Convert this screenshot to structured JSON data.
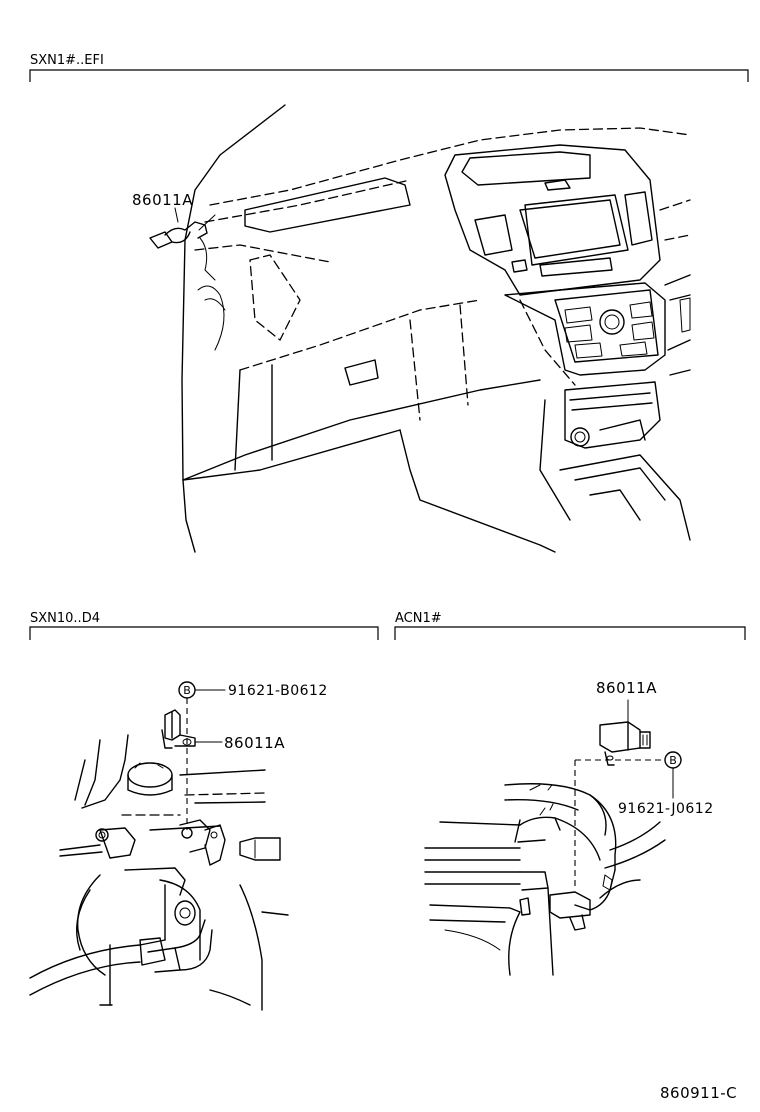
{
  "sections": {
    "top": {
      "label": "SXN1#..EFI",
      "part": "86011A"
    },
    "bottom_left": {
      "label": "SXN10..D4",
      "bolt_badge": "B",
      "bolt_part": "91621-B0612",
      "part": "86011A"
    },
    "bottom_right": {
      "label": "ACN1#",
      "part": "86011A",
      "bolt_badge": "B",
      "bolt_part": "91621-J0612"
    }
  },
  "footer": {
    "code": "860911-C"
  }
}
